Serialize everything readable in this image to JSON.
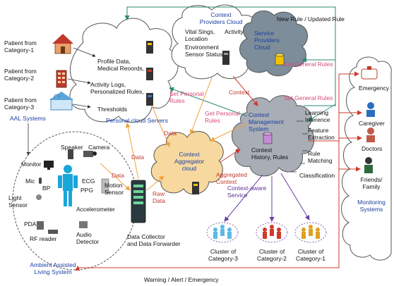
{
  "patients": [
    {
      "label": "Patient from\nCategory-1"
    },
    {
      "label": "Patient from\nCategory-2"
    },
    {
      "label": "Patient from\nCategory-3"
    }
  ],
  "aal_systems": "AAL Systems",
  "personal_cloud": {
    "items": [
      "Profile Data,\nMedical Reoords,",
      "Activity Logs,\nPersonalized Rules,",
      "Thresholds"
    ],
    "caption": "Personal cloud Servers"
  },
  "context_providers": {
    "title": "Context\nProviders Cloud",
    "items": [
      "Vital Sings,\nLocation",
      "Activity",
      "Environment\nSensor Status"
    ]
  },
  "service_providers": {
    "title": "Service\nProviders\nCloud"
  },
  "context_management": {
    "title": "Context\nManagement\nSystem",
    "db_label": "Context\nHistory, Rules",
    "functions": [
      "Learning\nInference",
      "Feature\nExtraction",
      "Rule\nMatching",
      "Classification"
    ]
  },
  "aggregator": {
    "title": "Context\nAggregator\ncloud"
  },
  "data_collector": {
    "label": "Data Collector\nand Data  Forwarder"
  },
  "ambient": {
    "devices": [
      "Monitor",
      "Speaker",
      "Camera",
      "Mic",
      "BP",
      "ECG",
      "PPG",
      "Motion\nSensor",
      "Light\nSensor",
      "Accelerometer",
      "PDA",
      "RF reader",
      "Audio\nDetector"
    ],
    "caption": "Ambient Assisted\nLiving System"
  },
  "clusters": [
    {
      "label": "Cluster of\nCategory-3"
    },
    {
      "label": "Cluster of\nCategory-2"
    },
    {
      "label": "Cluster of\nCategory-1"
    }
  ],
  "monitoring": {
    "items": [
      "Emergency",
      "Caregiver",
      "Doctors",
      "Friends/\nFamily"
    ],
    "caption": "Monitoring\nSystems"
  },
  "edge_labels": {
    "new_rule": "New Rule / Updated Rule",
    "set_general_rules_top": "Set General Rules",
    "set_general_rules_mid": "Set General Rules",
    "set_personal_rules": "Set Personal\nRules",
    "context": "Context",
    "get_personal_rules": "Get Personal\nRules",
    "data_1": "Data",
    "data_2": "Data",
    "data_3": "Data",
    "raw_data": "Raw\nData",
    "aggregated_context": "Aggregated\nContext",
    "context_aware_service": "Context-aware\nService",
    "warning": "Warning / Alert / Emergency"
  },
  "colors": {
    "cloud_fill": "#ffffff",
    "aggregator_fill": "#f7d9a0",
    "service_fill": "#7d8d99",
    "management_fill": "#a9adb5",
    "green_edge": "#2a8a73",
    "red_edge": "#d0392b",
    "orange_edge": "#f2a23c",
    "purple_edge": "#6a3ea1",
    "blue_text": "#1a3fa3"
  }
}
